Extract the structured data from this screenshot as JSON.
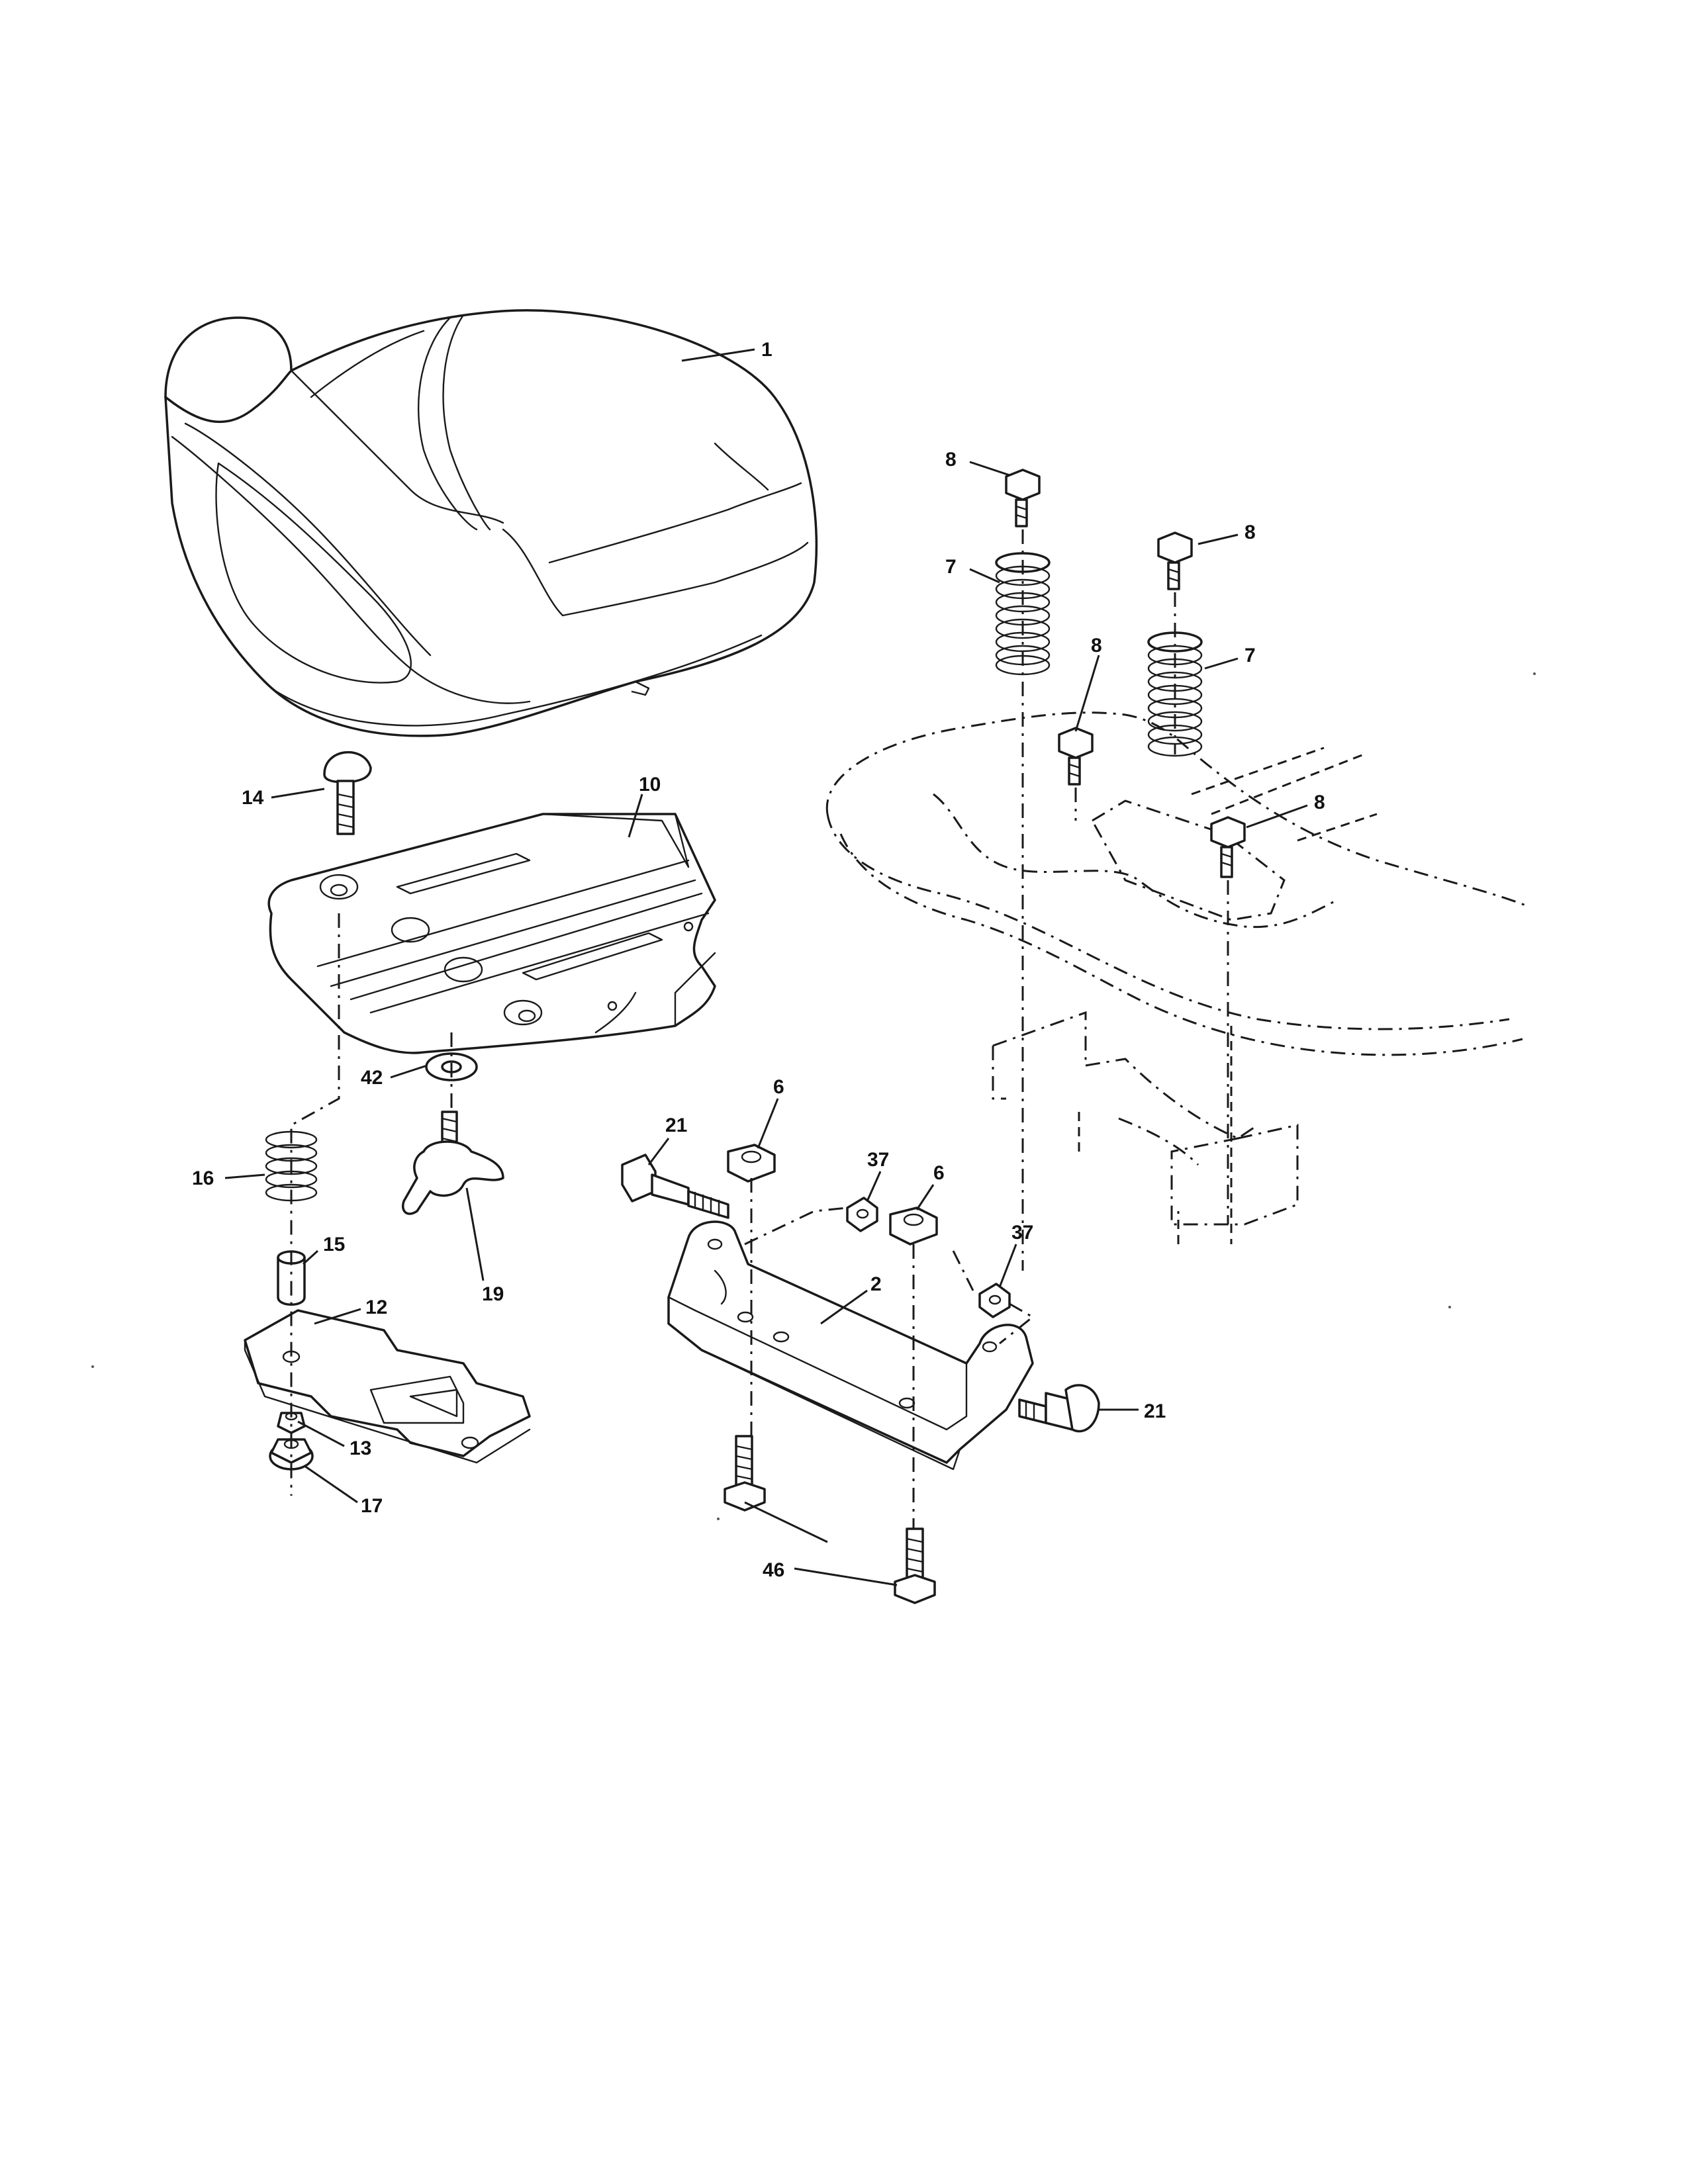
{
  "callouts": {
    "c1": "1",
    "c2": "2",
    "c6a": "6",
    "c6b": "6",
    "c7a": "7",
    "c7b": "7",
    "c8a": "8",
    "c8b": "8",
    "c8c": "8",
    "c8d": "8",
    "c10": "10",
    "c12": "12",
    "c13": "13",
    "c14": "14",
    "c15": "15",
    "c16": "16",
    "c17": "17",
    "c19": "19",
    "c21a": "21",
    "c21b": "21",
    "c37a": "37",
    "c37b": "37",
    "c42": "42",
    "c46": "46"
  }
}
